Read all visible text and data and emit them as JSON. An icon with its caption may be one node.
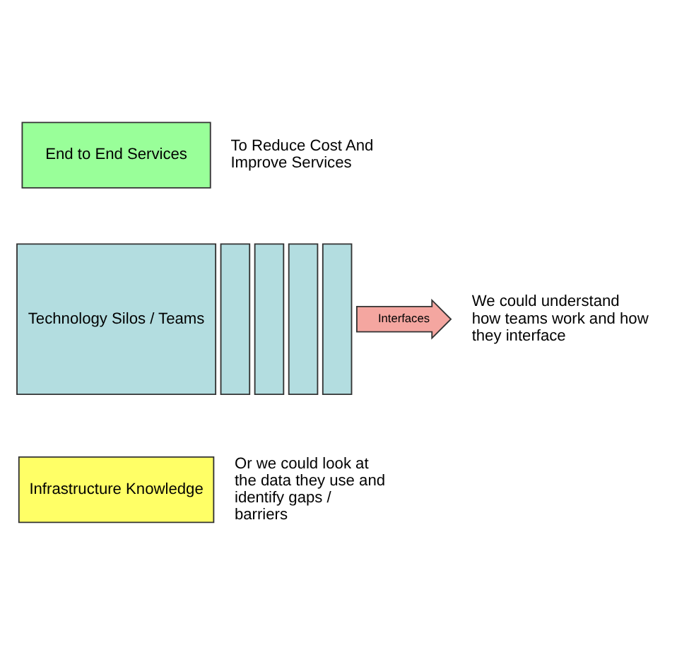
{
  "diagram": {
    "nodes": [
      {
        "text": [
          "End to End Services"
        ]
      },
      {
        "text": [
          "Technology Silos / Teams"
        ]
      },
      {
        "text": [],
        "shape": "box"
      },
      {
        "text": [],
        "shape": "box"
      },
      {
        "text": [],
        "shape": "box"
      },
      {
        "text": [],
        "shape": "box"
      },
      {
        "text": [
          "Interfaces"
        ]
      },
      {
        "text": [
          "Infrastructure Knowledge"
        ]
      }
    ],
    "labels": [
      "To Reduce Cost And Improve Services",
      "We could understand how teams work and how they interface",
      "Or we could look at the data they use and identify gaps / barriers"
    ]
  }
}
